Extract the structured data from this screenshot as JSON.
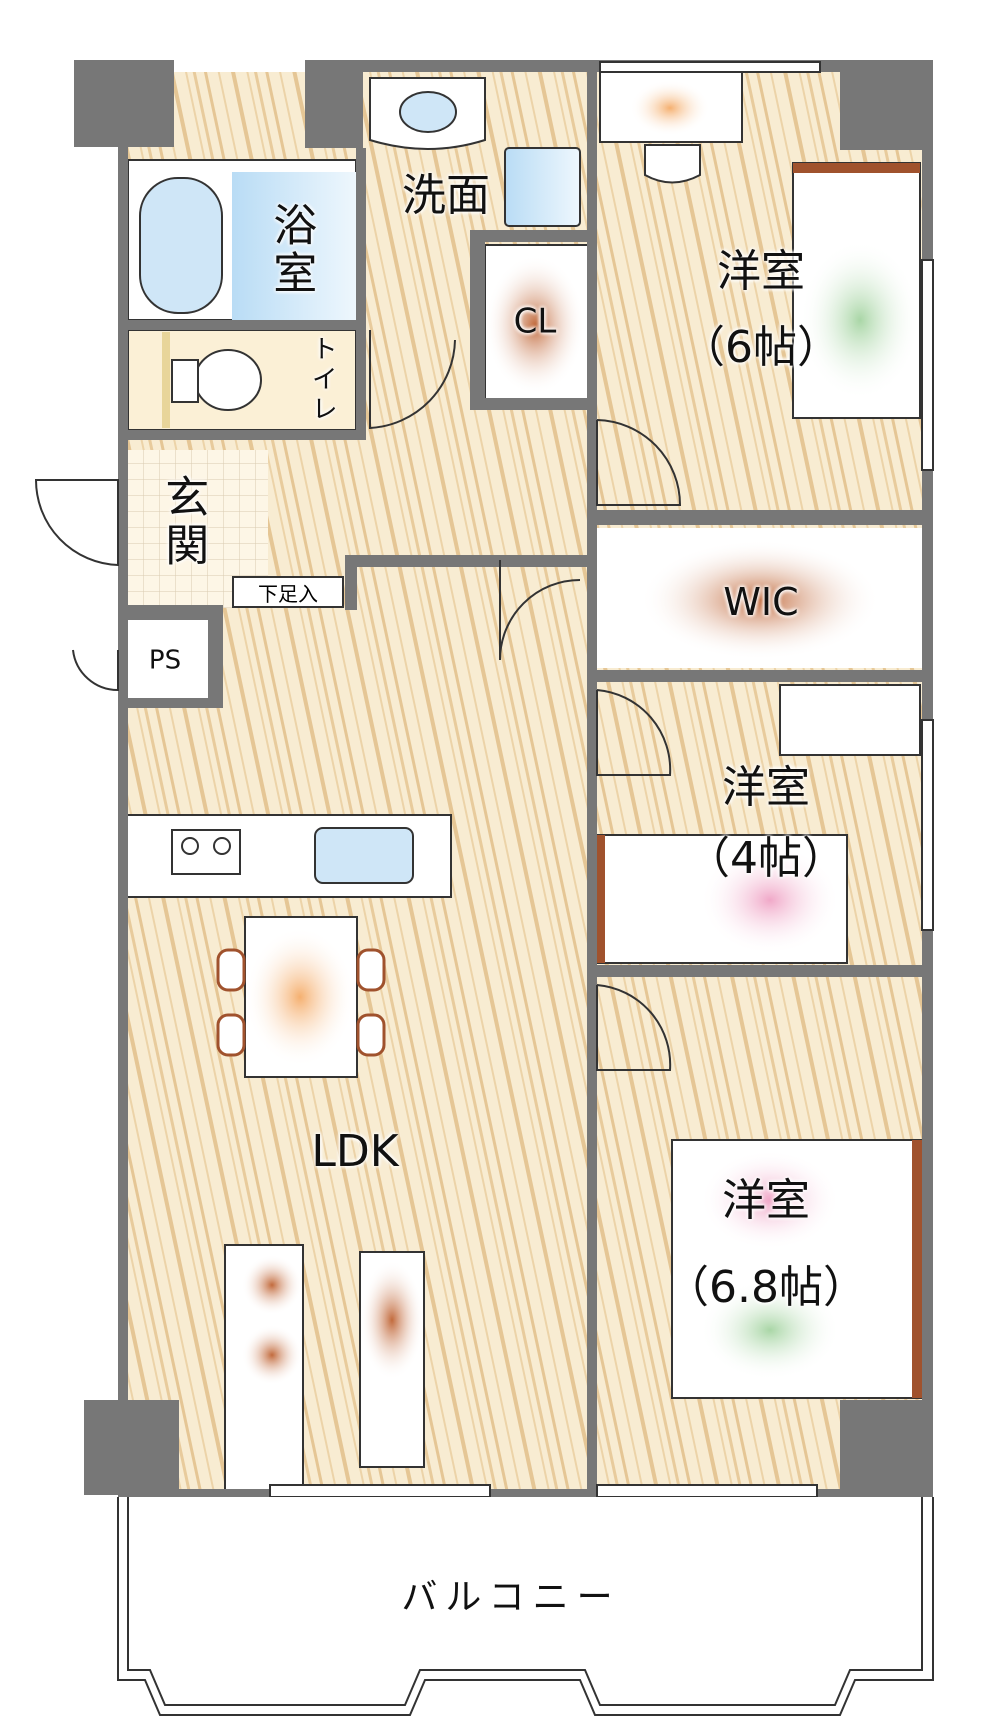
{
  "rooms": {
    "washroom": "洗面",
    "bathroom": "浴室",
    "toilet": "トイレ",
    "closet": "CL",
    "bedroom1": {
      "name": "洋室",
      "size": "（6帖）"
    },
    "entrance": "玄関",
    "shoe_storage": "下足入",
    "pipe_space": "PS",
    "walk_in_closet": "WIC",
    "bedroom2": {
      "name": "洋室",
      "size": "（4帖）"
    },
    "ldk": "LDK",
    "bedroom3": {
      "name": "洋室",
      "size": "（6.8帖）"
    },
    "balcony": "バルコニー"
  },
  "colors": {
    "wall": "#777777",
    "floor": "#f6e6c4",
    "grain": "#e2c08e",
    "water": "#cfe6f7",
    "furniture_wood": "#b5582e"
  }
}
